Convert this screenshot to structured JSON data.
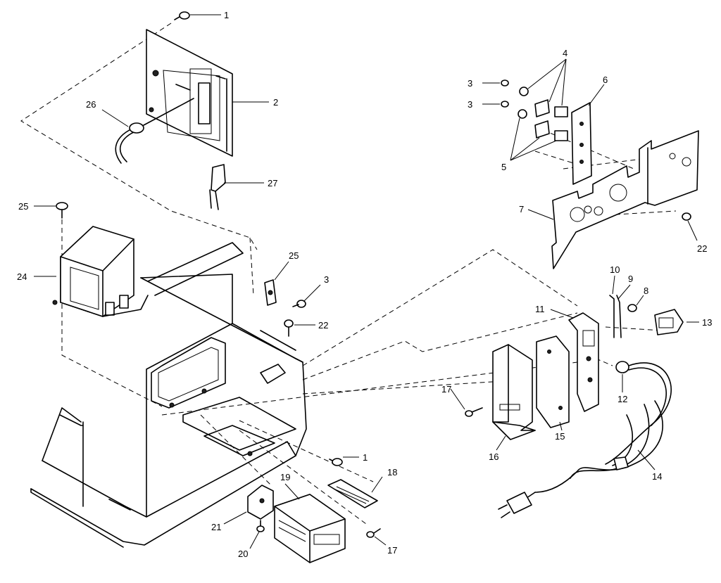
{
  "callouts": {
    "c1a": "1",
    "c1b": "1",
    "c2": "2",
    "c3a": "3",
    "c3b": "3",
    "c3c": "3",
    "c4": "4",
    "c5": "5",
    "c6": "6",
    "c7": "7",
    "c8": "8",
    "c9": "9",
    "c10": "10",
    "c11": "11",
    "c12": "12",
    "c13": "13",
    "c14": "14",
    "c15": "15",
    "c16": "16",
    "c17a": "17",
    "c17b": "17",
    "c18": "18",
    "c19": "19",
    "c20": "20",
    "c21": "21",
    "c22a": "22",
    "c22b": "22",
    "c24": "24",
    "c25a": "25",
    "c25b": "25",
    "c26": "26",
    "c27": "27"
  }
}
